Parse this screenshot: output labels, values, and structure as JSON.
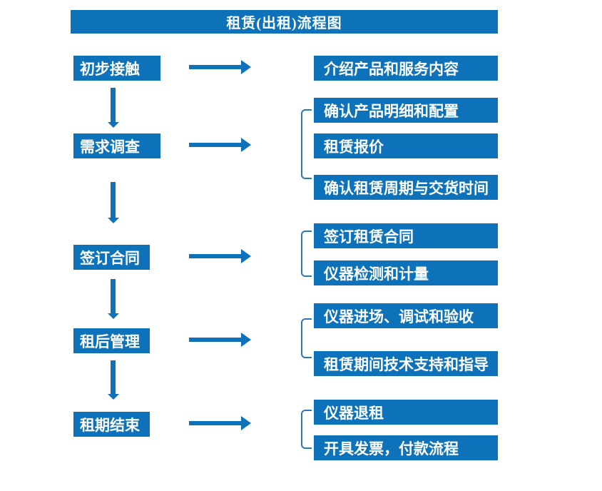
{
  "title": "租赁(出租)流程图",
  "colors": {
    "primary_blue": "#0d72b9",
    "bracket_blue": "#2e75b6",
    "text": "#ffffff",
    "background": "#ffffff"
  },
  "steps": [
    {
      "label": "初步接触",
      "outputs": [
        "介绍产品和服务内容"
      ]
    },
    {
      "label": "需求调查",
      "outputs": [
        "确认产品明细和配置",
        "租赁报价",
        "确认租赁周期与交货时间"
      ]
    },
    {
      "label": "签订合同",
      "outputs": [
        "签订租赁合同",
        "仪器检测和计量"
      ]
    },
    {
      "label": "租后管理",
      "outputs": [
        "仪器进场、调试和验收",
        "租赁期间技术支持和指导"
      ]
    },
    {
      "label": "租期结束",
      "outputs": [
        "仪器退租",
        "开具发票，付款流程"
      ]
    }
  ]
}
